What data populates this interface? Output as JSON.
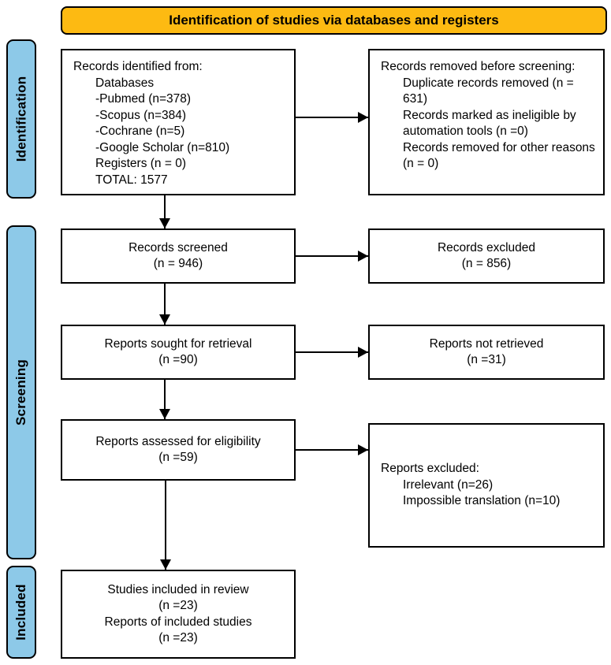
{
  "banner": {
    "title": "Identification of studies via databases and registers"
  },
  "sidebar": {
    "identification": {
      "label": "Identification"
    },
    "screening": {
      "label": "Screening"
    },
    "included": {
      "label": "Included"
    }
  },
  "boxes": {
    "records_identified": {
      "heading": "Records identified from:",
      "lines": [
        "Databases",
        "-Pubmed (n=378)",
        "-Scopus (n=384)",
        "-Cochrane (n=5)",
        "-Google Scholar (n=810)",
        "Registers (n = 0)",
        "TOTAL: 1577"
      ]
    },
    "records_removed": {
      "heading": "Records removed before screening:",
      "lines": [
        "Duplicate records removed (n = 631)",
        "Records marked as ineligible by automation tools (n =0)",
        "Records removed for other reasons (n = 0)"
      ]
    },
    "records_screened": {
      "line1": "Records screened",
      "line2": "(n = 946)"
    },
    "records_excluded": {
      "line1": "Records excluded",
      "line2": "(n = 856)"
    },
    "reports_sought": {
      "line1": "Reports sought for retrieval",
      "line2": "(n =90)"
    },
    "reports_not_retrieved": {
      "line1": "Reports not retrieved",
      "line2": "(n =31)"
    },
    "reports_assessed": {
      "line1": "Reports assessed for eligibility",
      "line2": "(n =59)"
    },
    "reports_excluded": {
      "heading": "Reports excluded:",
      "lines": [
        "Irrelevant (n=26)",
        "Impossible translation (n=10)"
      ]
    },
    "studies_included": {
      "lines": [
        "Studies included in review",
        "(n =23)",
        "Reports of included studies",
        "(n =23)"
      ]
    }
  },
  "colors": {
    "banner_bg": "#FDBA12",
    "sidebar_bg": "#8DC9E8",
    "border": "#000000",
    "arrow": "#000000"
  }
}
